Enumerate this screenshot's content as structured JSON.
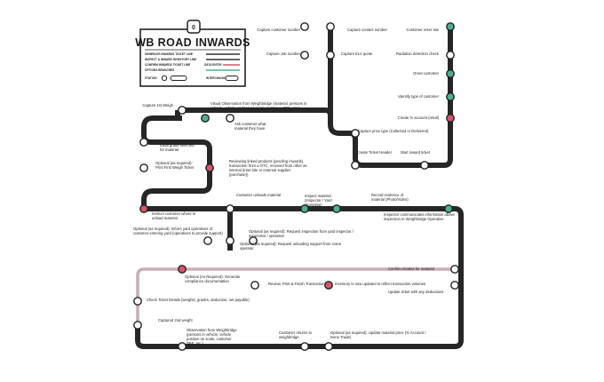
{
  "legend": {
    "badge": "0",
    "title": "WB ROAD INWARDS",
    "rows": [
      {
        "label": "GENERATE INWARDS TICKET LINE",
        "color": "#333333"
      },
      {
        "label": "INSPECT & INWARD INVENTORY LINE",
        "color": "#333333"
      },
      {
        "label": "CONFIRM INWARDS TICKET LINE",
        "color": "#d9536a"
      },
      {
        "label": "OPTIONS BRANCHES",
        "color": "#4fb08c"
      }
    ],
    "row_right": [
      "",
      "",
      "DATA ENTRY",
      ""
    ],
    "station_label": "STATION",
    "interchange_label": "INTERCHANGE"
  },
  "colors": {
    "line": "#262626",
    "optional_line": "#c8aeb6",
    "station_fill": "#ffffff",
    "pink": "#d9536a",
    "green": "#4fb08c"
  },
  "stops": [
    {
      "label": "Capture customer number",
      "color": "white"
    },
    {
      "label": "Capture contact number",
      "color": "white"
    },
    {
      "label": "Customer enter site",
      "color": "green"
    },
    {
      "label": "Capture Job number",
      "color": "white"
    },
    {
      "label": "Capture ELV quote",
      "color": "white"
    },
    {
      "label": "Radiation detection check",
      "color": "white"
    },
    {
      "label": "Greet customer",
      "color": "green"
    },
    {
      "label": "Identify type of customer",
      "color": "green"
    },
    {
      "label": "Create % account (retail)",
      "color": "pink"
    },
    {
      "label": "Capture 1st Weigh",
      "color": "white"
    },
    {
      "label": "Visual Observation from Weighbridge (material, persons in vehicle, vehicle position on scale, customer PPE, etc.)",
      "color": "green"
    },
    {
      "label": "Ask customer what material they have",
      "color": "white"
    },
    {
      "label": "Capture price type (Collected or Delivered)",
      "color": "white"
    },
    {
      "label": "Create Ticket Header",
      "color": "white"
    },
    {
      "label": "Start inward ticket",
      "color": "white"
    },
    {
      "label": "Initial grade selected for material",
      "color": "white"
    },
    {
      "label": "Optional (as required): Print First Weigh Ticket",
      "color": "white"
    },
    {
      "label": "Reviewing linked products (pending inwards), transaction from a OTC, received from other as internal (inter-site or external supplier (purchase))",
      "color": "pink"
    },
    {
      "label": "Customer unloads material",
      "color": "white"
    },
    {
      "label": "Inspect material (Inspector / Yard Operative)",
      "color": "green"
    },
    {
      "label": "Record evidence of material (Photo/Video)",
      "color": "green"
    },
    {
      "label": "Instruct customer where to unload material",
      "color": "pink"
    },
    {
      "label": "Inspector communicates information above inspection to Weighbridge Operative",
      "color": "green"
    },
    {
      "label": "Optional (as required): Inform yard operatives of customer entering yard (operatives to provide support)",
      "color": "white"
    },
    {
      "label": "Optional (as required): Request inspection from yard inspector / supervisor / operative",
      "color": "white"
    },
    {
      "label": "Optional (as required): Request unloading support from crane operator",
      "color": "white"
    },
    {
      "label": "Confirm Grades for material",
      "color": "white"
    },
    {
      "label": "Optional (As Required): Generate compliance documentation",
      "color": "pink"
    },
    {
      "label": "Review, Print & Finish Transaction",
      "color": "white"
    },
    {
      "label": "Inventory is now updated to reflect transaction volumes",
      "color": "pink"
    },
    {
      "label": "Update ticket with any deductions",
      "color": "white"
    },
    {
      "label": "Check Ticket Details (weights, grades, deduction, net payable)",
      "color": "white"
    },
    {
      "label": "Captured 2nd weight",
      "color": "white"
    },
    {
      "label": "Observation from Weighbridge (persons in vehicle, vehicle position on scale, customer PPE, etc.)",
      "color": "white"
    },
    {
      "label": "Customer returns to weighbridge",
      "color": "white"
    },
    {
      "label": "Optional (as required): Update material price (% Account / Done Trade)",
      "color": "white"
    }
  ]
}
